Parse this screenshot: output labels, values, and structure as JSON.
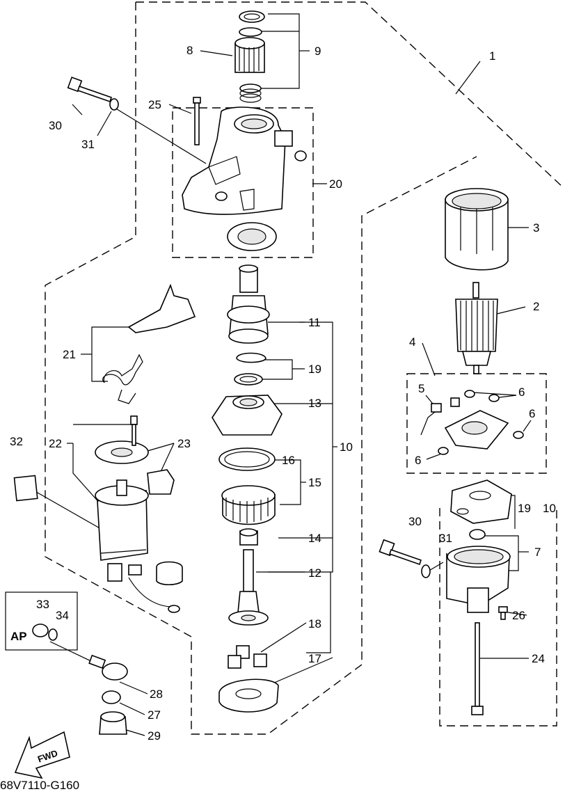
{
  "diagram": {
    "drawing_code": "68V7110-G160",
    "fwd_label": "FWD",
    "ap_label": "AP",
    "callouts": {
      "c1": "1",
      "c2": "2",
      "c3": "3",
      "c4": "4",
      "c5": "5",
      "c6a": "6",
      "c6b": "6",
      "c6c": "6",
      "c7": "7",
      "c8": "8",
      "c9": "9",
      "c10a": "10",
      "c11": "11",
      "c12": "12",
      "c13": "13",
      "c14": "14",
      "c15": "15",
      "c16": "16",
      "c17": "17",
      "c18": "18",
      "c19a": "19",
      "c19b": "19",
      "c10b": "10",
      "c20": "20",
      "c21": "21",
      "c22": "22",
      "c23": "23",
      "c24": "24",
      "c25": "25",
      "c26": "26",
      "c27": "27",
      "c28": "28",
      "c29": "29",
      "c30a": "30",
      "c30b": "30",
      "c31a": "31",
      "c31b": "31",
      "c32": "32",
      "c33": "33",
      "c34": "34"
    }
  }
}
